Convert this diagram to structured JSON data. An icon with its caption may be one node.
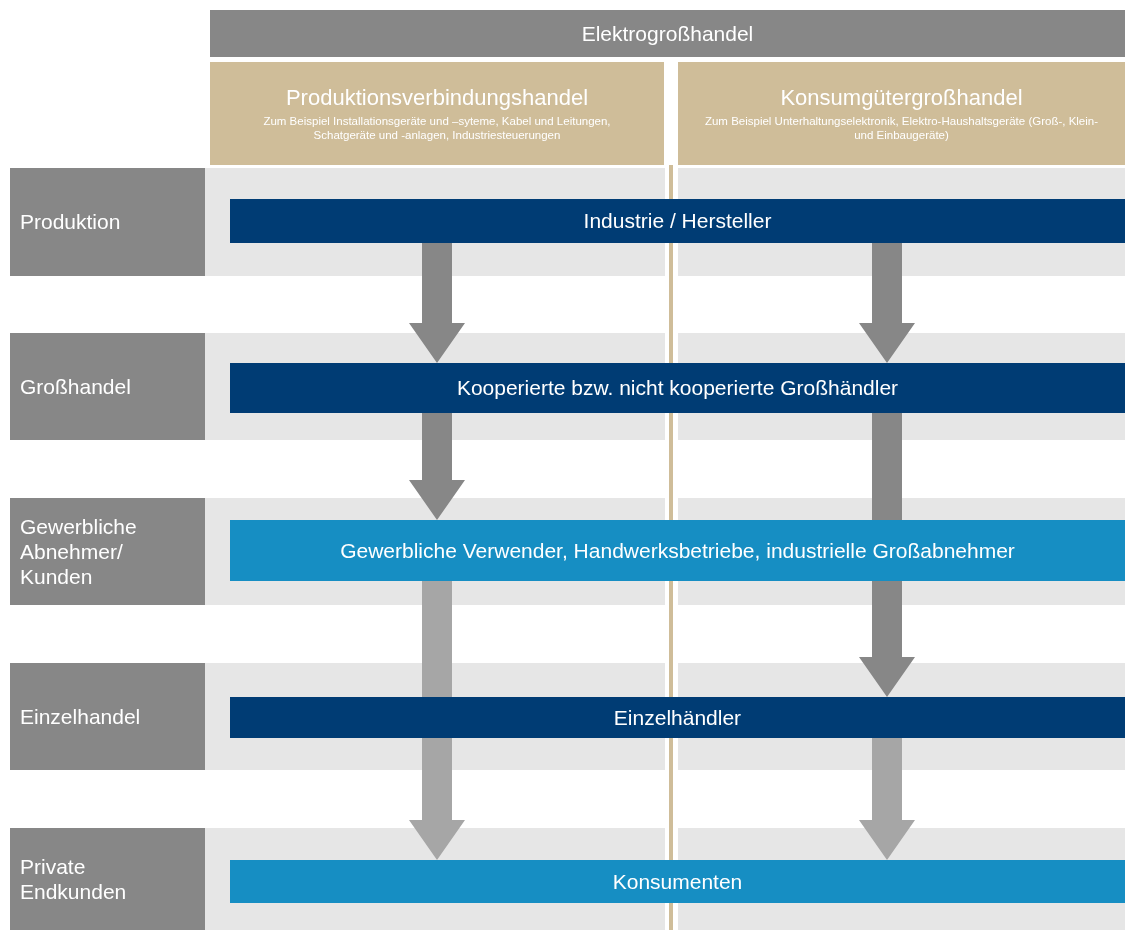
{
  "diagram": {
    "nodes": [
      {
        "text": [
          "Elektrogroßhandel"
        ]
      },
      {
        "text": [
          "Produktionsverbindungshandel",
          "Zum Beispiel Installationsgeräte und –syteme, Kabel und Leitungen, Schatgeräte und -anlagen, Industriesteuerungen"
        ]
      },
      {
        "text": [
          "Konsumgütergroßhandel",
          "Zum Beispiel Unterhaltungselektronik, Elektro-Haushaltsgeräte (Groß-, Klein- und Einbaugeräte)"
        ]
      },
      {
        "text": [
          "Produktion"
        ]
      },
      {
        "text": [
          "Industrie / Hersteller"
        ]
      },
      {
        "text": [
          "Großhandel"
        ]
      },
      {
        "text": [
          "Kooperierte bzw. nicht kooperierte Großhändler"
        ]
      },
      {
        "text": [
          "Gewerbliche Abnehmer/ Kunden"
        ]
      },
      {
        "text": [
          "Gewerbliche Verwender, Handwerksbetriebe, industrielle Großabnehmer"
        ]
      },
      {
        "text": [
          "Einzelhandel"
        ]
      },
      {
        "text": [
          "Einzelhändler"
        ]
      },
      {
        "text": [
          "Private Endkunden"
        ]
      },
      {
        "text": [
          "Konsumenten"
        ]
      }
    ],
    "edges": [
      {
        "from": 4,
        "to": 6,
        "arrow": "to"
      },
      {
        "from": 4,
        "to": 6,
        "arrow": "to"
      },
      {
        "from": 6,
        "to": 8,
        "arrow": "to"
      },
      {
        "from": 6,
        "to": 10,
        "arrow": "to"
      },
      {
        "from": 8,
        "to": 12,
        "arrow": "to",
        "color": "#a6a6a6"
      },
      {
        "from": 10,
        "to": 12,
        "arrow": "to",
        "color": "#a6a6a6"
      }
    ]
  }
}
